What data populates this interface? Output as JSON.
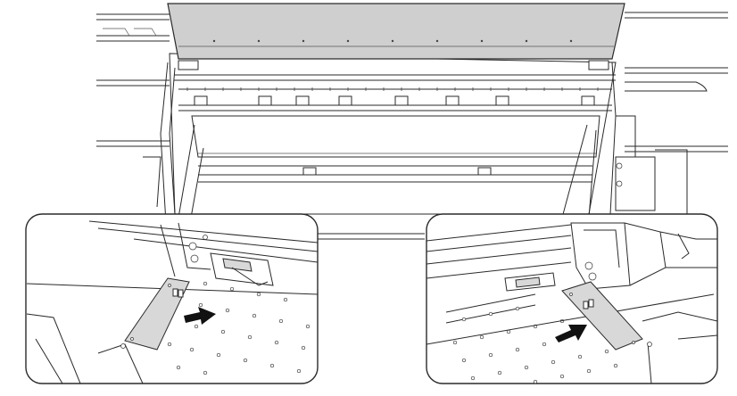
{
  "illustration": {
    "subject": "printer-clamp-installation",
    "colors": {
      "line": "#2a2a2a",
      "shade": "#d8d8d8",
      "lid": "#cfcfcf",
      "arrow": "#111111"
    },
    "insets": [
      {
        "side": "left",
        "arrow_direction": "right"
      },
      {
        "side": "right",
        "arrow_direction": "up-right"
      }
    ]
  }
}
